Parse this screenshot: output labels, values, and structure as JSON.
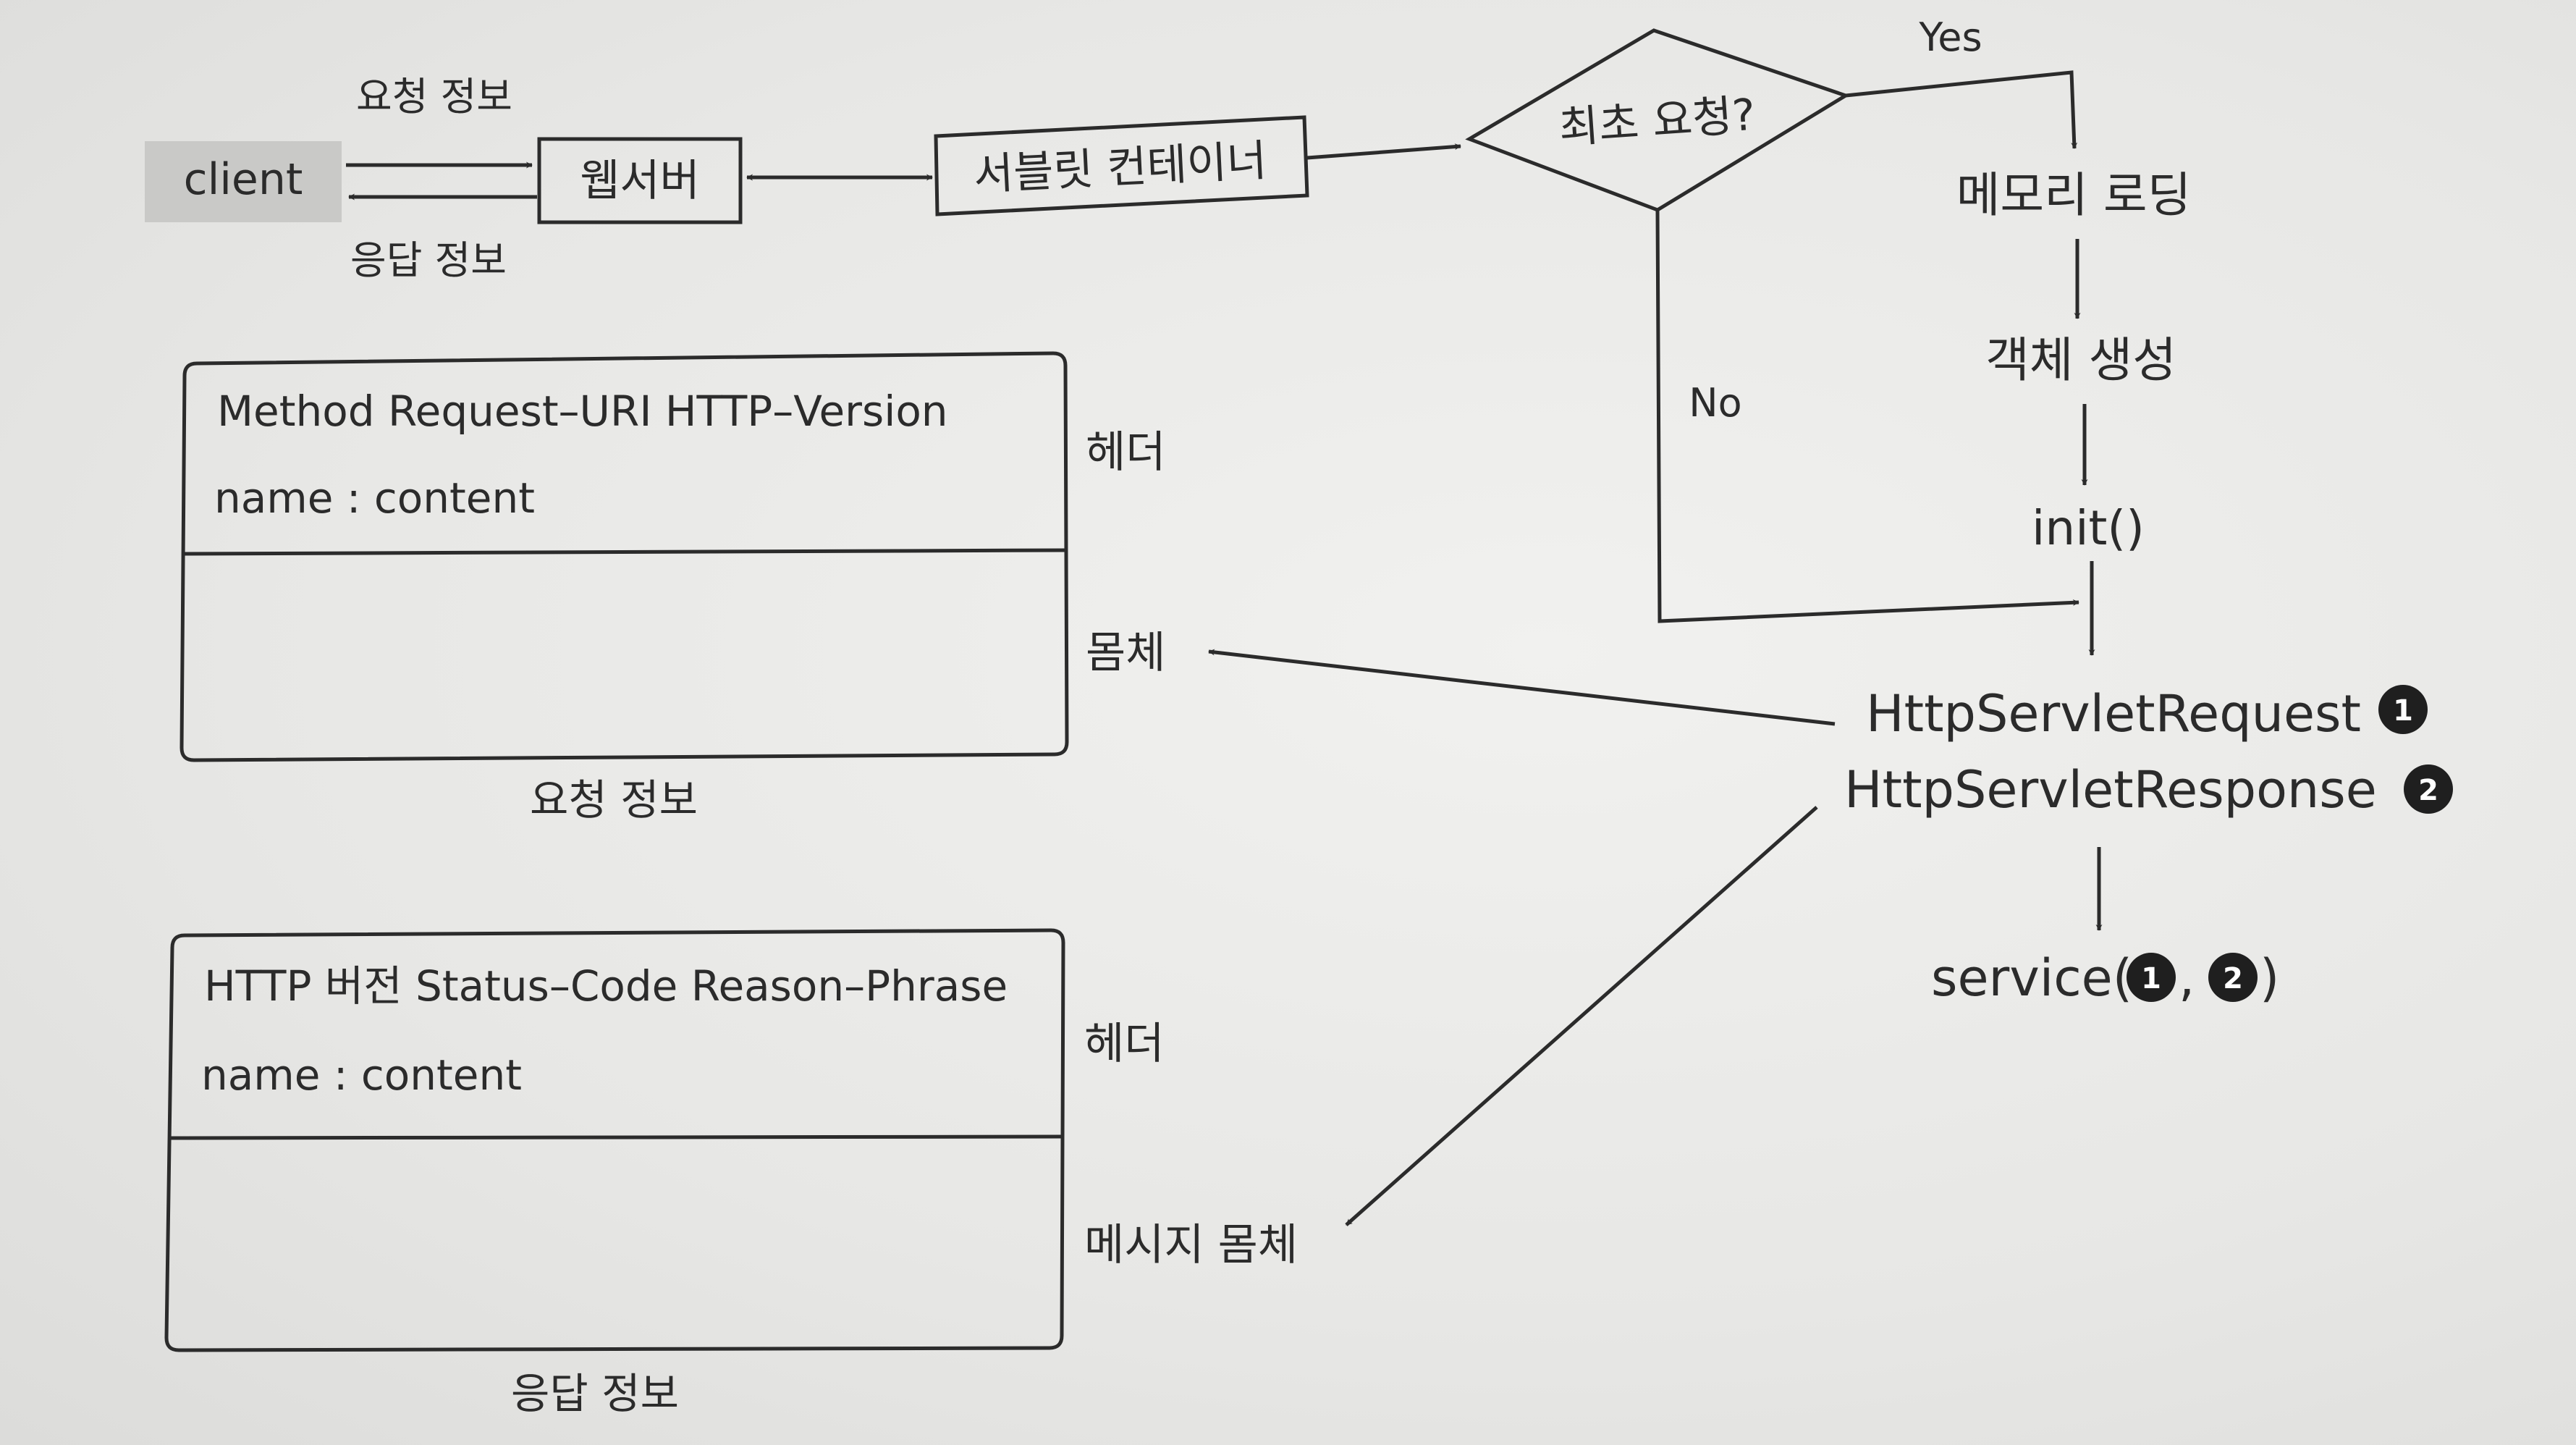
{
  "top_flow": {
    "client": "client",
    "request_info": "요청 정보",
    "response_info": "응답 정보",
    "web_server": "웹서버",
    "servlet_container": "서블릿 컨테이너",
    "first_request": "최초 요청?",
    "yes": "Yes",
    "no": "No"
  },
  "lifecycle": {
    "memory_loading": "메모리 로딩",
    "object_creation": "객체 생성",
    "init": "init()",
    "http_request": "HttpServletRequest",
    "http_response": "HttpServletResponse",
    "badge_1": "1",
    "badge_2": "2",
    "service_prefix": "service(",
    "service_sep": ",",
    "service_suffix": ")"
  },
  "request_message": {
    "start_line": "Method Request–URI HTTP–Version",
    "header_line": "name : content",
    "header_label": "헤더",
    "body_label": "몸체",
    "caption": "요청 정보"
  },
  "response_message": {
    "start_line": "HTTP 버전 Status–Code Reason–Phrase",
    "header_line": "name : content",
    "header_label": "헤더",
    "body_label": "메시지 몸체",
    "caption": "응답 정보"
  }
}
